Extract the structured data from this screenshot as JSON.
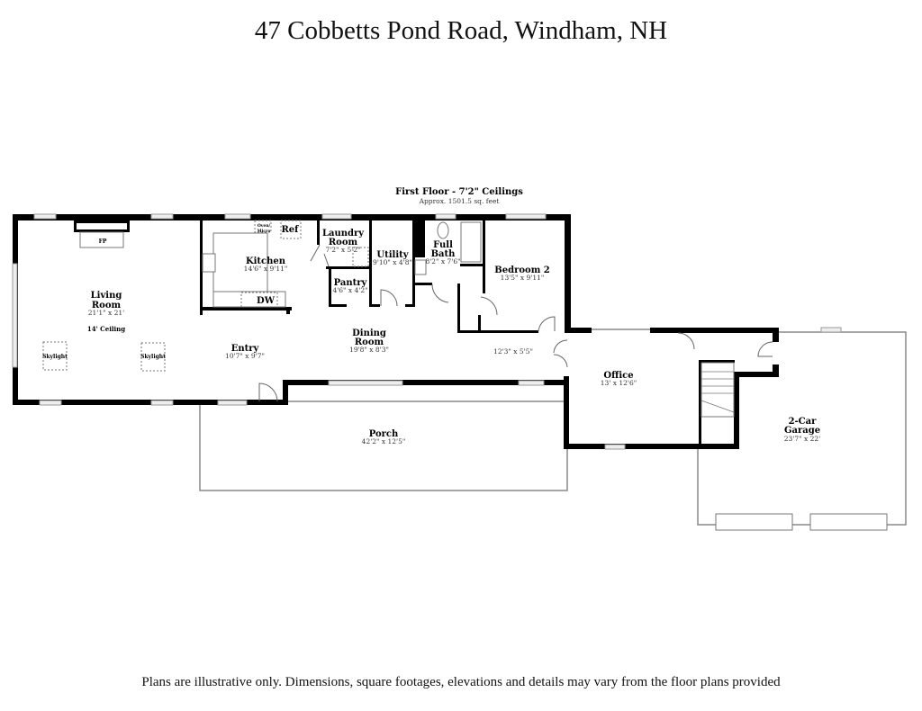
{
  "title": "47 Cobbetts Pond Road, Windham, NH",
  "floor": {
    "heading": "First Floor - 7'2\" Ceilings",
    "area": "Approx. 1501.5 sq. feet"
  },
  "rooms": {
    "living": {
      "name1": "Living",
      "name2": "Room",
      "dims": "21'1\" x 21'",
      "note": "14' Ceiling"
    },
    "kitchen": {
      "name": "Kitchen",
      "dims": "14'6\" x 9'11\""
    },
    "laundry": {
      "name1": "Laundry",
      "name2": "Room",
      "dims": "7'2\" x 5'2\""
    },
    "pantry": {
      "name": "Pantry",
      "dims": "4'6\" x 4'2\""
    },
    "utility": {
      "name": "Utility",
      "dims": "9'10\" x 4'8\""
    },
    "bath": {
      "name1": "Full",
      "name2": "Bath",
      "dims": "8'2\" x 7'6\""
    },
    "bedroom2": {
      "name": "Bedroom 2",
      "dims": "13'5\" x 9'11\""
    },
    "entry": {
      "name": "Entry",
      "dims": "10'7\" x 9'7\""
    },
    "dining": {
      "name1": "Dining",
      "name2": "Room",
      "dims": "19'8\" x 8'3\""
    },
    "hall": {
      "dims": "12'3\" x 5'5\""
    },
    "office": {
      "name": "Office",
      "dims": "13' x 12'6\""
    },
    "porch": {
      "name": "Porch",
      "dims": "42'2\" x 12'5\""
    },
    "garage": {
      "name1": "2-Car",
      "name2": "Garage",
      "dims": "23'7\" x 22'"
    }
  },
  "fixtures": {
    "fp": "FP",
    "ref": "Ref",
    "dw": "DW",
    "oven1": "Oven/",
    "oven2": "Micro",
    "skylight": "Skylight"
  },
  "disclaimer": "Plans are illustrative only. Dimensions, square footages, elevations and details may vary from the floor plans provided"
}
